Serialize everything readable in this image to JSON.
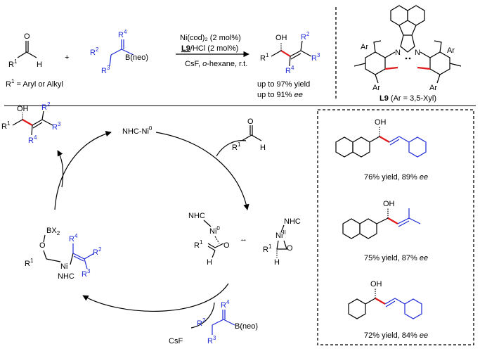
{
  "reaction": {
    "aldehyde": {
      "o": "O",
      "h": "H",
      "r": "R",
      "r_sup": "1"
    },
    "r1_definition": {
      "r": "R",
      "sup": "1",
      "text": " = Aryl or Alkyl"
    },
    "plus": "+",
    "boronate": {
      "r4": "R",
      "r4_sup": "4",
      "r2": "R",
      "r2_sup": "2",
      "r3": "R",
      "r3_sup": "3",
      "b": "B(neo)"
    },
    "cond_line1": "Ni(cod)₂ (2 mol%)",
    "cond_line2_bold": "L9",
    "cond_line2_rest": "/HCl (2 mol%)",
    "cond_line3_a": "CsF, ",
    "cond_line3_b": "o",
    "cond_line3_c": "-hexane, r.t.",
    "product": {
      "oh": "OH",
      "r1": "R",
      "r1_sup": "1",
      "r2": "R",
      "r2_sup": "2",
      "r3": "R",
      "r3_sup": "3",
      "r4": "R",
      "r4_sup": "4"
    },
    "yield_line": "up to 97% yield",
    "ee_line_a": "up to 91% ",
    "ee_line_b": "ee"
  },
  "ligand": {
    "ar_label": "Ar",
    "n_label": "N",
    "caption_bold": "L9",
    "caption_rest": " (Ar = 3,5-Xyl)"
  },
  "cycle": {
    "catalyst": "NHC-Ni",
    "catalyst_sup": "0",
    "product": {
      "oh": "OH",
      "r1": "R",
      "r1_sup": "1",
      "r2": "R",
      "r2_sup": "2",
      "r3": "R",
      "r3_sup": "3",
      "r4": "R",
      "r4_sup": "4"
    },
    "aldehyde": {
      "o": "O",
      "h": "H",
      "r": "R",
      "r_sup": "1"
    },
    "complex_a": {
      "nhc": "NHC",
      "ni": "Ni",
      "ni_sup": "0",
      "r": "R",
      "r_sup": "1",
      "o": "O",
      "h": "H"
    },
    "equilibrium": "↔",
    "complex_b": {
      "nhc": "NHC",
      "ni": "Ni",
      "ni_sup": "II",
      "r": "R",
      "r_sup": "1",
      "o": "O",
      "h": "H"
    },
    "intermediate": {
      "bx": "BX",
      "bx_sub": "2",
      "o": "O",
      "r1": "R",
      "r1_sup": "1",
      "ni": "Ni",
      "nhc": "NHC",
      "r2": "R",
      "r2_sup": "2",
      "r3": "R",
      "r3_sup": "3",
      "r4": "R",
      "r4_sup": "4"
    },
    "csf": "CsF",
    "boronate": {
      "r4": "R",
      "r4_sup": "4",
      "r2": "R",
      "r2_sup": "2",
      "r3": "R",
      "r3_sup": "3",
      "b": "B(neo)"
    }
  },
  "examples": [
    {
      "oh": "OH",
      "yield_text": "76% yield, 89% ",
      "ee": "ee"
    },
    {
      "oh": "OH",
      "yield_text": "75% yield, 87% ",
      "ee": "ee"
    },
    {
      "oh": "OH",
      "yield_text": "72% yield, 84% ",
      "ee": "ee"
    }
  ],
  "colors": {
    "blue": "#1f2bd6",
    "red": "#e01818",
    "black": "#000000"
  }
}
